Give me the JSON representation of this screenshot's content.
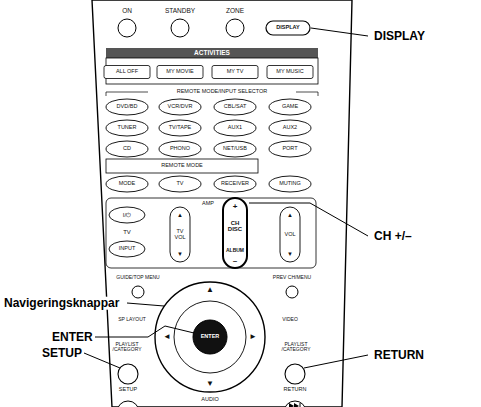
{
  "diagram": {
    "labels": [
      "ON",
      "STANDBY",
      "ZONE",
      "DISPLAY",
      "DISPLAY",
      "ACTIVITIES",
      "ALL OFF",
      "MY MOVIE",
      "MY TV",
      "MY MUSIC",
      "REMOTE MODE/INPUT SELECTOR",
      "DVD/BD",
      "VCR/DVR",
      "CBL/SAT",
      "GAME",
      "TUNER",
      "TV/TAPE",
      "AUX1",
      "AUX2",
      "CD",
      "PHONO",
      "NET/USB",
      "PORT",
      "REMOTE MODE",
      "MODE",
      "TV",
      "RECEIVER",
      "MUTING",
      "AMP",
      "I/⏻",
      "TV",
      "INPUT",
      "▲",
      "TV VOL",
      "▼",
      "+",
      "CH DISC",
      "ALBUM",
      "–",
      "CH +/–",
      "▲",
      "VOL",
      "▼",
      "GUIDE/TOP MENU",
      "PREV CH/MENU",
      "SP LAYOUT",
      "VIDEO",
      "Navigeringsknappar",
      "PLAYLIST /CATEGORY",
      "▲",
      "◄",
      "ENTER",
      "►",
      "PLAYLIST /CATEGORY",
      "ENTER",
      "▼",
      "SETUP",
      "RETURN",
      "SETUP",
      "AUDIO",
      "RETURN"
    ]
  }
}
